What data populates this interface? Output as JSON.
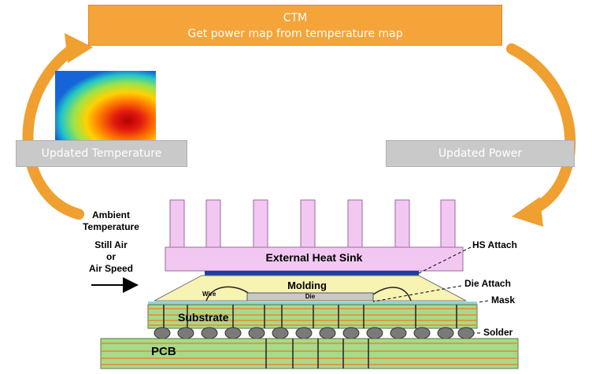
{
  "ctm": {
    "title": "CTM",
    "subtitle": "Get power map from temperature map"
  },
  "updated_temperature": "Updated Temperature",
  "updated_power": "Updated Power",
  "ambient": {
    "line1": "Ambient",
    "line2": "Temperature",
    "line3": "Still Air",
    "line4": "or",
    "line5": "Air Speed"
  },
  "package": {
    "heat_sink": "External Heat Sink",
    "molding": "Molding",
    "wire": "Wire",
    "die": "Die",
    "substrate": "Substrate",
    "pcb": "PCB"
  },
  "callouts": {
    "hs_attach": "HS Attach",
    "die_attach": "Die Attach",
    "mask": "Mask",
    "solder": "Solder"
  },
  "colors": {
    "ctm_orange": "#f5a43a",
    "arrow_orange": "#f0a030",
    "heat_sink_pink": "#f2c8f2",
    "molding_yellow": "#f7f3b3",
    "substrate_green": "#a9d98a",
    "pcb_green": "#a9d98a",
    "trace_orange": "#e8892b",
    "label_gray": "#c9c9c9"
  }
}
